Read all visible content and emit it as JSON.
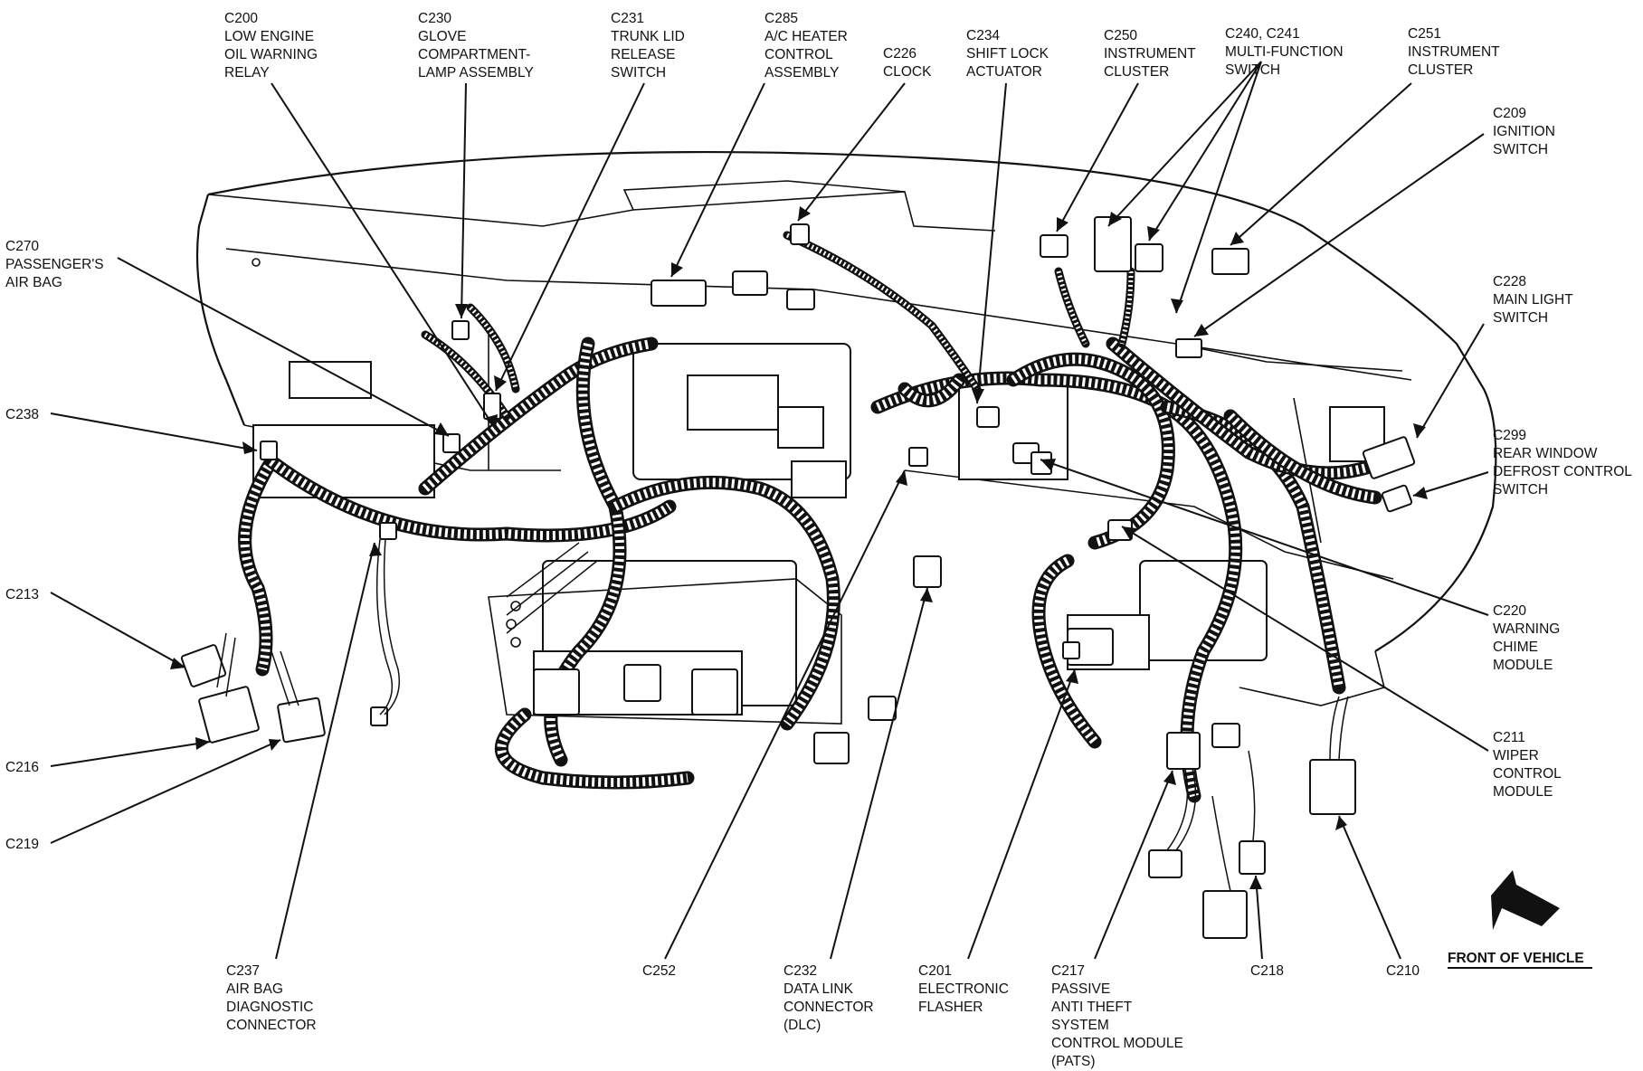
{
  "labels": {
    "c200": [
      "C200",
      "LOW ENGINE",
      "OIL WARNING",
      "RELAY"
    ],
    "c230": [
      "C230",
      "GLOVE",
      "COMPARTMENT-",
      "LAMP ASSEMBLY"
    ],
    "c231": [
      "C231",
      "TRUNK LID",
      "RELEASE",
      "SWITCH"
    ],
    "c285": [
      "C285",
      "A/C HEATER",
      "CONTROL",
      "ASSEMBLY"
    ],
    "c226": [
      "C226",
      "CLOCK"
    ],
    "c234": [
      "C234",
      "SHIFT LOCK",
      "ACTUATOR"
    ],
    "c250": [
      "C250",
      "INSTRUMENT",
      "CLUSTER"
    ],
    "c240": [
      "C240, C241",
      "MULTI-FUNCTION",
      "SWITCH"
    ],
    "c251": [
      "C251",
      "INSTRUMENT",
      "CLUSTER"
    ],
    "c209": [
      "C209",
      "IGNITION",
      "SWITCH"
    ],
    "c228": [
      "C228",
      "MAIN LIGHT",
      "SWITCH"
    ],
    "c299": [
      "C299",
      "REAR WINDOW",
      "DEFROST CONTROL",
      "SWITCH"
    ],
    "c220": [
      "C220",
      "WARNING",
      "CHIME",
      "MODULE"
    ],
    "c211": [
      "C211",
      "WIPER",
      "CONTROL",
      "MODULE"
    ],
    "c270": [
      "C270",
      "PASSENGER'S",
      "AIR BAG"
    ],
    "c238": [
      "C238"
    ],
    "c213": [
      "C213"
    ],
    "c216": [
      "C216"
    ],
    "c219": [
      "C219"
    ],
    "c237": [
      "C237",
      "AIR BAG",
      "DIAGNOSTIC",
      "CONNECTOR"
    ],
    "c252": [
      "C252"
    ],
    "c232": [
      "C232",
      "DATA LINK",
      "CONNECTOR",
      "(DLC)"
    ],
    "c201": [
      "C201",
      "ELECTRONIC",
      "FLASHER"
    ],
    "c217": [
      "C217",
      "PASSIVE",
      "ANTI THEFT",
      "SYSTEM",
      "CONTROL MODULE",
      "(PATS)"
    ],
    "c218": [
      "C218"
    ],
    "c210": [
      "C210"
    ]
  },
  "front_of_vehicle": "FRONT OF VEHICLE"
}
